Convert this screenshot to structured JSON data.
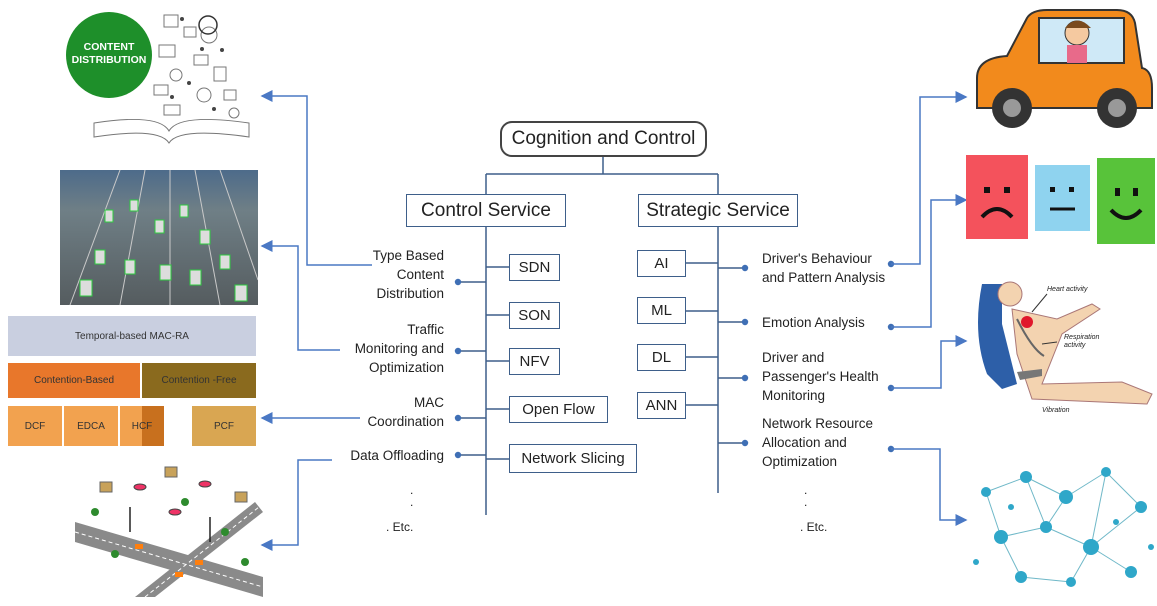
{
  "root": {
    "title": "Cognition and Control"
  },
  "control_service": {
    "title": "Control Service",
    "techs": [
      "SDN",
      "SON",
      "NFV",
      "Open Flow",
      "Network Slicing"
    ],
    "apps": [
      "Type Based\nContent\nDistribution",
      "Traffic\nMonitoring and\nOptimization",
      "MAC\nCoordination",
      "Data Offloading"
    ],
    "etc": ". Etc."
  },
  "strategic_service": {
    "title": "Strategic Service",
    "techs": [
      "AI",
      "ML",
      "DL",
      "ANN"
    ],
    "apps": [
      "Driver's Behaviour\nand Pattern Analysis",
      "Emotion Analysis",
      "Driver and\nPassenger's Health\nMonitoring",
      "Network Resource\nAllocation and\nOptimization"
    ],
    "etc": ". Etc."
  },
  "images": {
    "content_distribution": {
      "text": "CONTENT\nDISTRIBUTION",
      "color": "#1e8f2a"
    },
    "mac_ra": {
      "title": "Temporal-based MAC-RA",
      "contention_based": "Contention-Based",
      "contention_free": "Contention -Free",
      "cells": [
        "DCF",
        "EDCA",
        "HCF",
        "PCF"
      ]
    },
    "health": {
      "heart": "Heart activity",
      "resp": "Respiration activity",
      "vib": "Vibration"
    }
  },
  "colors": {
    "wire": "#3e5f8a",
    "arrow": "#4a78c4",
    "dot": "#3f6fb5"
  }
}
